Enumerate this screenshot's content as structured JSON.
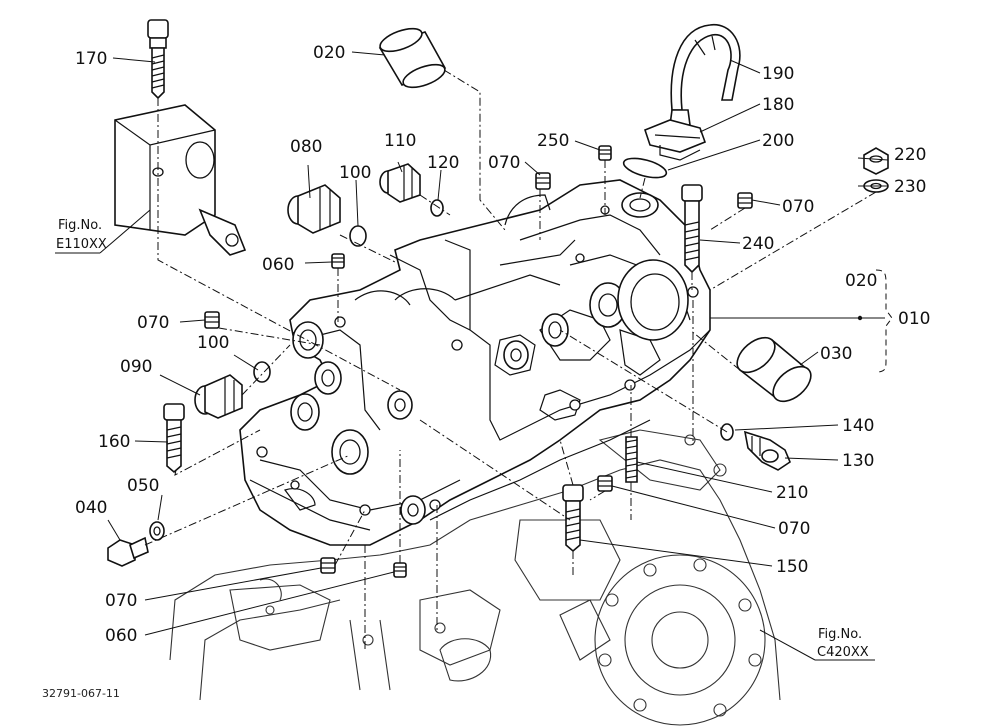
{
  "labels": {
    "p170": "170",
    "p020a": "020",
    "p190": "190",
    "p180": "180",
    "p200": "200",
    "p250": "250",
    "p080": "080",
    "p110": "110",
    "p120": "120",
    "p100a": "100",
    "p070a": "070",
    "p220": "220",
    "p230": "230",
    "p070b": "070",
    "p240": "240",
    "p060a": "060",
    "p020b": "020",
    "p010": "010",
    "p070c": "070",
    "p100b": "100",
    "p090": "090",
    "p030": "030",
    "p140": "140",
    "p160": "160",
    "p130": "130",
    "p050": "050",
    "p040": "040",
    "p210": "210",
    "p070d": "070",
    "p150": "150",
    "p070e": "070",
    "p060b": "060"
  },
  "fig_refs": {
    "top_prefix": "Fig.No.",
    "top_code": "E110XX",
    "bottom_prefix": "Fig.No.",
    "bottom_code": "C420XX"
  },
  "drawing_code": "32791-067-11"
}
